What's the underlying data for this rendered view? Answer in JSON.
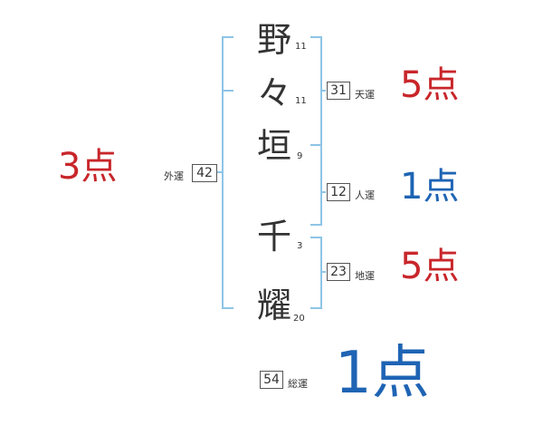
{
  "name_chars": [
    {
      "char": "野",
      "strokes": "11"
    },
    {
      "char": "々",
      "strokes": "11"
    },
    {
      "char": "垣",
      "strokes": "9"
    },
    {
      "char": "千",
      "strokes": "3"
    },
    {
      "char": "耀",
      "strokes": "20"
    }
  ],
  "fortunes": {
    "tenkaku": {
      "label": "天運",
      "value": "31",
      "score": "5点",
      "color": "#c8262a"
    },
    "jinkaku": {
      "label": "人運",
      "value": "12",
      "score": "1点",
      "color": "#1e64b4"
    },
    "chikaku": {
      "label": "地運",
      "value": "23",
      "score": "5点",
      "color": "#c8262a"
    },
    "gaikaku": {
      "label": "外運",
      "value": "42",
      "score": "3点",
      "color": "#c8262a"
    },
    "soukaku": {
      "label": "総運",
      "value": "54",
      "score": "1点",
      "color": "#1e64b4"
    }
  },
  "bracket_color": "#8ec4e6"
}
